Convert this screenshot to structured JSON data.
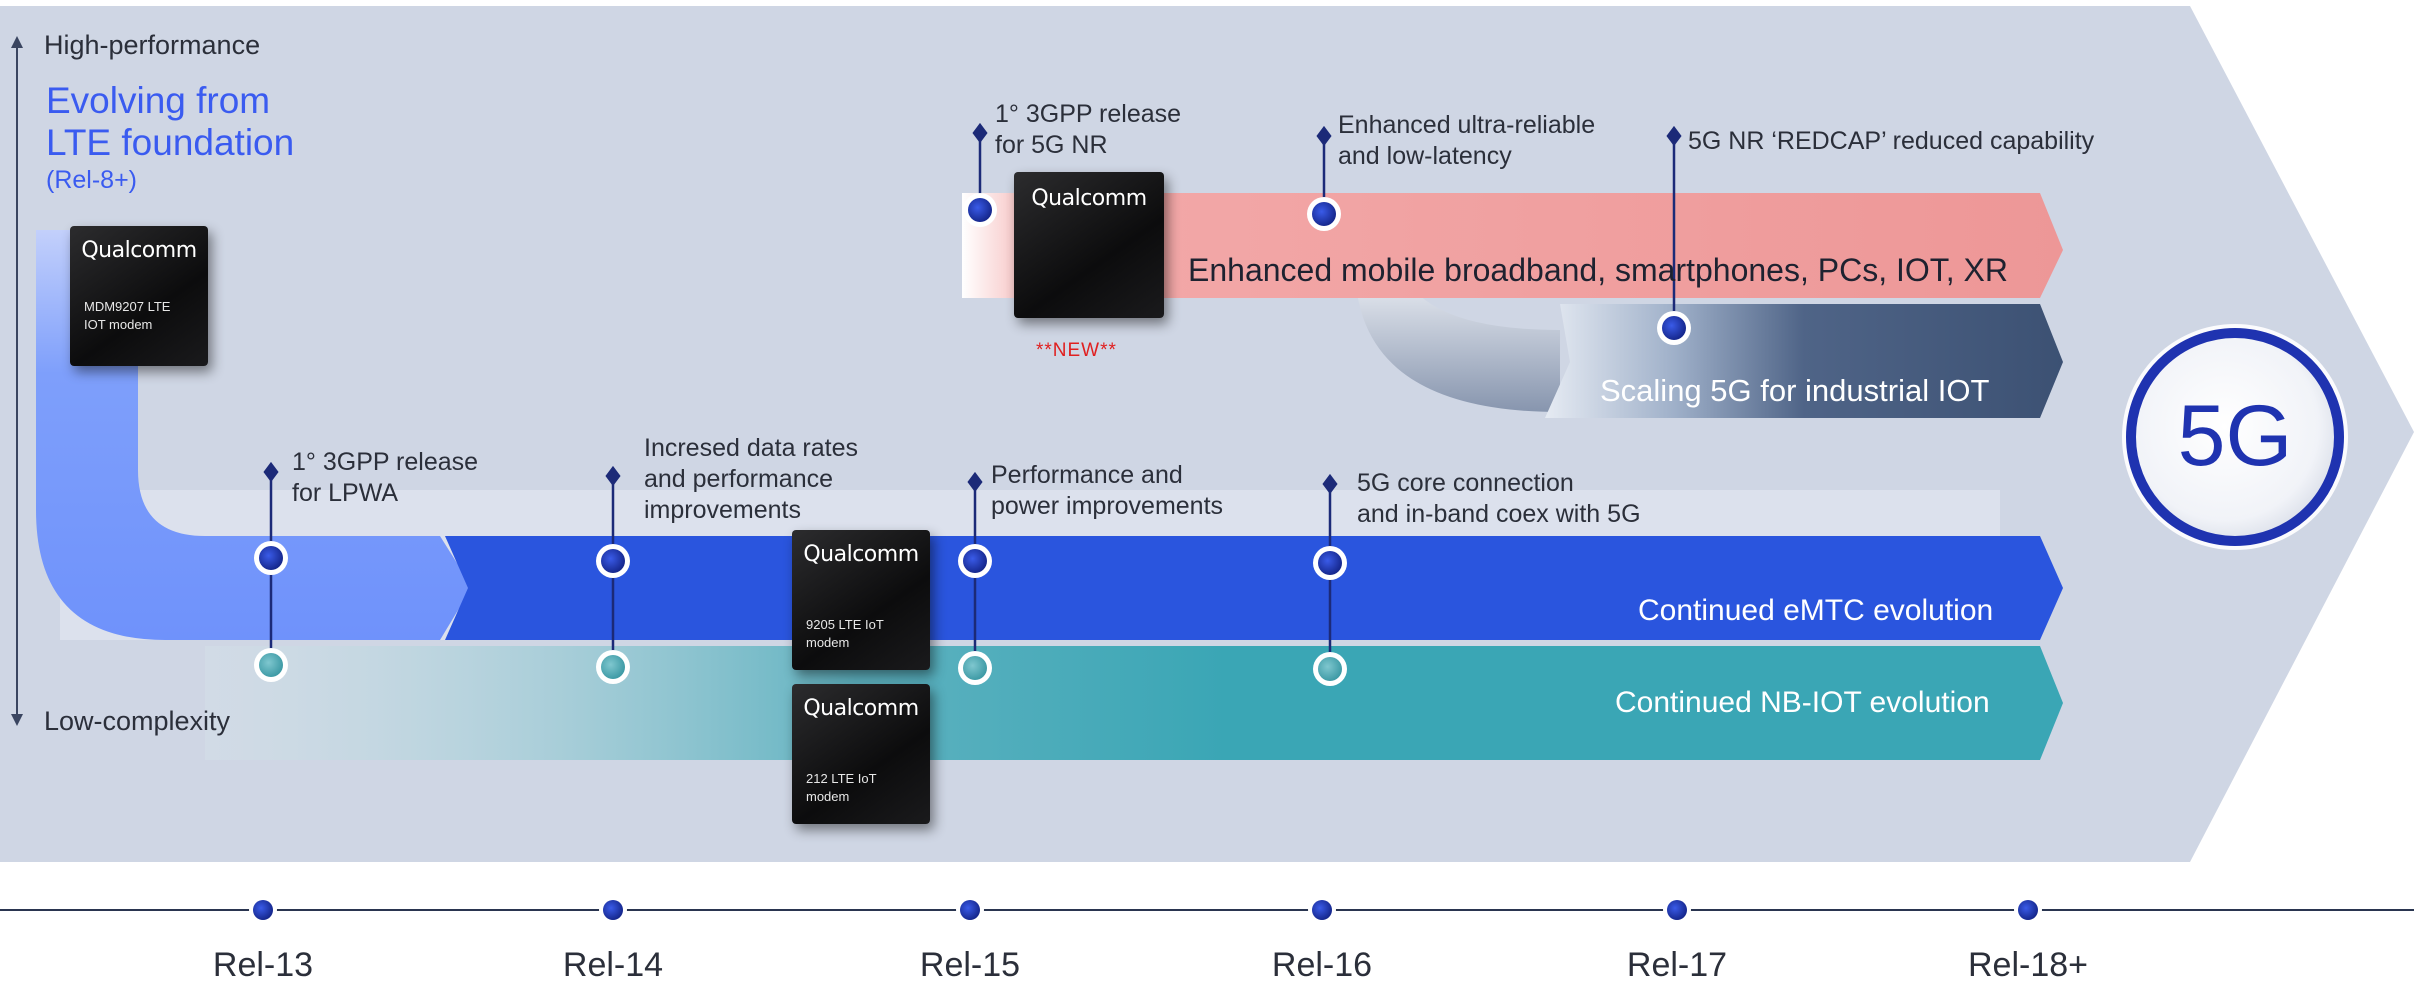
{
  "axis": {
    "top_label": "High-performance",
    "bottom_label": "Low-complexity"
  },
  "heading": {
    "line1": "Evolving from",
    "line2": "LTE foundation",
    "sub": "(Rel-8+)"
  },
  "chips": [
    {
      "brand": "Qualcomm",
      "desc": "MDM9207 LTE IOT modem"
    },
    {
      "brand": "Qualcomm",
      "desc": ""
    },
    {
      "brand": "Qualcomm",
      "desc": "9205 LTE IoT modem"
    },
    {
      "brand": "Qualcomm",
      "desc": "212 LTE IoT modem"
    }
  ],
  "new_badge": "**NEW**",
  "bands": {
    "embb": "Enhanced mobile broadband, smartphones, PCs, IOT, XR",
    "industrial": "Scaling 5G for industrial IOT",
    "emtc": "Continued eMTC evolution",
    "nbiot": "Continued NB-IOT evolution"
  },
  "milestones_top": [
    {
      "line1": "1° 3GPP release",
      "line2": "for 5G NR"
    },
    {
      "line1": "Enhanced ultra-reliable",
      "line2": "and low-latency"
    },
    {
      "line1": "5G NR ‘REDCAP’ reduced capability",
      "line2": ""
    }
  ],
  "milestones_bottom": [
    {
      "line1": "1° 3GPP release",
      "line2": "for LPWA",
      "line3": ""
    },
    {
      "line1": "Incresed data rates",
      "line2": "and performance",
      "line3": "improvements"
    },
    {
      "line1": "Performance and",
      "line2": "power improvements",
      "line3": ""
    },
    {
      "line1": "5G core connection",
      "line2": "and in-band coex with 5G",
      "line3": ""
    }
  ],
  "badge_5g": "5G",
  "releases": [
    "Rel-13",
    "Rel-14",
    "Rel-15",
    "Rel-16",
    "Rel-17",
    "Rel-18+"
  ],
  "colors": {
    "background_panel": "#cfd6e3",
    "heading_blue": "#3a5bf0",
    "embb_band": "#ee9a9a",
    "industrial_band": "#3d5274",
    "emtc_band": "#2a55de",
    "nbiot_band": "#3aa6b5",
    "badge_ring": "#2336b0",
    "new_badge": "#e02020"
  }
}
